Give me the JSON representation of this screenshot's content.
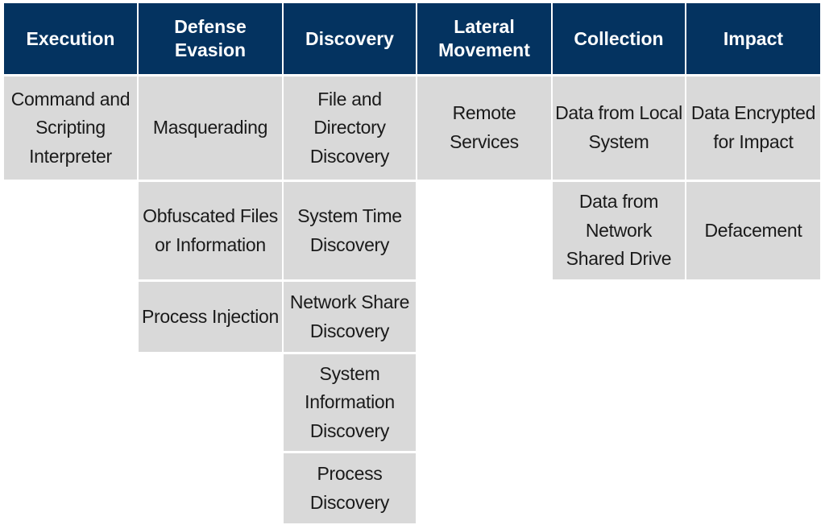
{
  "colors": {
    "header_bg": "#043360",
    "header_text": "#ffffff",
    "cell_bg": "#d9d9d9",
    "cell_text": "#1a1a1a"
  },
  "columns": [
    {
      "header": "Execution",
      "cells": [
        "Command and\nScripting\nInterpreter"
      ]
    },
    {
      "header": "Defense\nEvasion",
      "cells": [
        "Masquerading",
        "Obfuscated Files\nor Information",
        "Process Injection"
      ]
    },
    {
      "header": "Discovery",
      "cells": [
        "File and\nDirectory\nDiscovery",
        "System Time\nDiscovery",
        "Network Share\nDiscovery",
        "System\nInformation\nDiscovery",
        "Process\nDiscovery"
      ]
    },
    {
      "header": "Lateral\nMovement",
      "cells": [
        "Remote\nServices"
      ]
    },
    {
      "header": "Collection",
      "cells": [
        "Data from Local\nSystem",
        "Data from\nNetwork\nShared Drive"
      ]
    },
    {
      "header": "Impact",
      "cells": [
        "Data Encrypted\nfor Impact",
        "Defacement"
      ]
    }
  ]
}
